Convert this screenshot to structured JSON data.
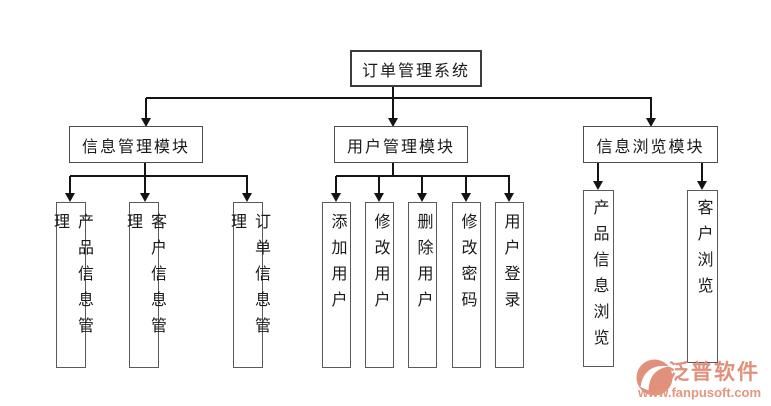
{
  "diagram": {
    "root": "订单管理系统",
    "modules": [
      {
        "label": "信息管理模块",
        "children": [
          "产品信息管理",
          "客户信息管理",
          "订单信息管理"
        ]
      },
      {
        "label": "用户管理模块",
        "children": [
          "添加用户",
          "修改用户",
          "删除用户",
          "修改密码",
          "用户登录"
        ]
      },
      {
        "label": "信息浏览模块",
        "children": [
          "产品信息浏览",
          "客户浏览"
        ]
      }
    ]
  },
  "watermark": {
    "brand": "泛普软件",
    "url": "www.fanpusoft.com",
    "icon": "fanpu-swirl-icon",
    "color": "#e0907b"
  },
  "colors": {
    "background": "#ffffff",
    "line": "#141414",
    "box_border": "#4d4d4d",
    "watermark": "#e0907b"
  }
}
